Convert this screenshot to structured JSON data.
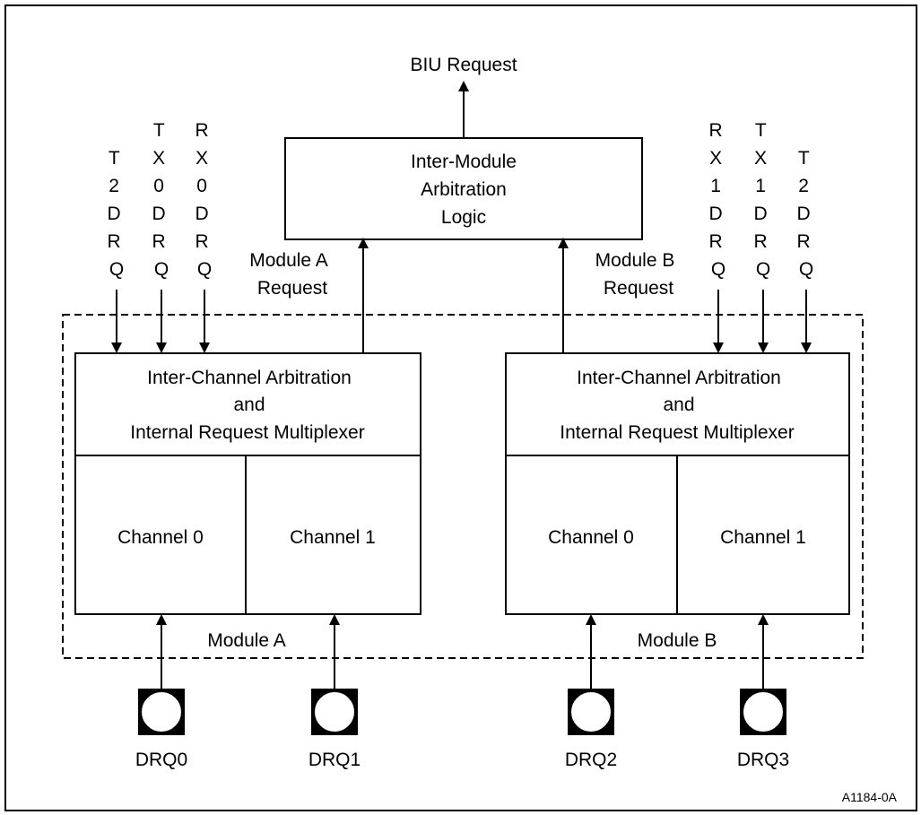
{
  "top_output_label": "BIU Request",
  "inter_module_box": {
    "lines": [
      "Inter-Module",
      "Arbitration",
      "Logic"
    ]
  },
  "module_a": {
    "request_lines": [
      "Module A",
      "Request"
    ],
    "inter_channel_lines": [
      "Inter-Channel Arbitration",
      "and",
      "Internal Request Multiplexer"
    ],
    "channel_0": "Channel 0",
    "channel_1": "Channel 1",
    "module_label": "Module A",
    "inputs": [
      {
        "chars": [
          "T",
          "2",
          "D",
          "R",
          "Q"
        ]
      },
      {
        "chars": [
          "T",
          "X",
          "0",
          "D",
          "R",
          "Q"
        ]
      },
      {
        "chars": [
          "R",
          "X",
          "0",
          "D",
          "R",
          "Q"
        ]
      }
    ]
  },
  "module_b": {
    "request_lines": [
      "Module B",
      "Request"
    ],
    "inter_channel_lines": [
      "Inter-Channel Arbitration",
      "and",
      "Internal Request Multiplexer"
    ],
    "channel_0": "Channel 0",
    "channel_1": "Channel 1",
    "module_label": "Module B",
    "inputs": [
      {
        "chars": [
          "R",
          "X",
          "1",
          "D",
          "R",
          "Q"
        ]
      },
      {
        "chars": [
          "T",
          "X",
          "1",
          "D",
          "R",
          "Q"
        ]
      },
      {
        "chars": [
          "T",
          "2",
          "D",
          "R",
          "Q"
        ]
      }
    ]
  },
  "pins": [
    "DRQ0",
    "DRQ1",
    "DRQ2",
    "DRQ3"
  ],
  "figure_id": "A1184-0A"
}
